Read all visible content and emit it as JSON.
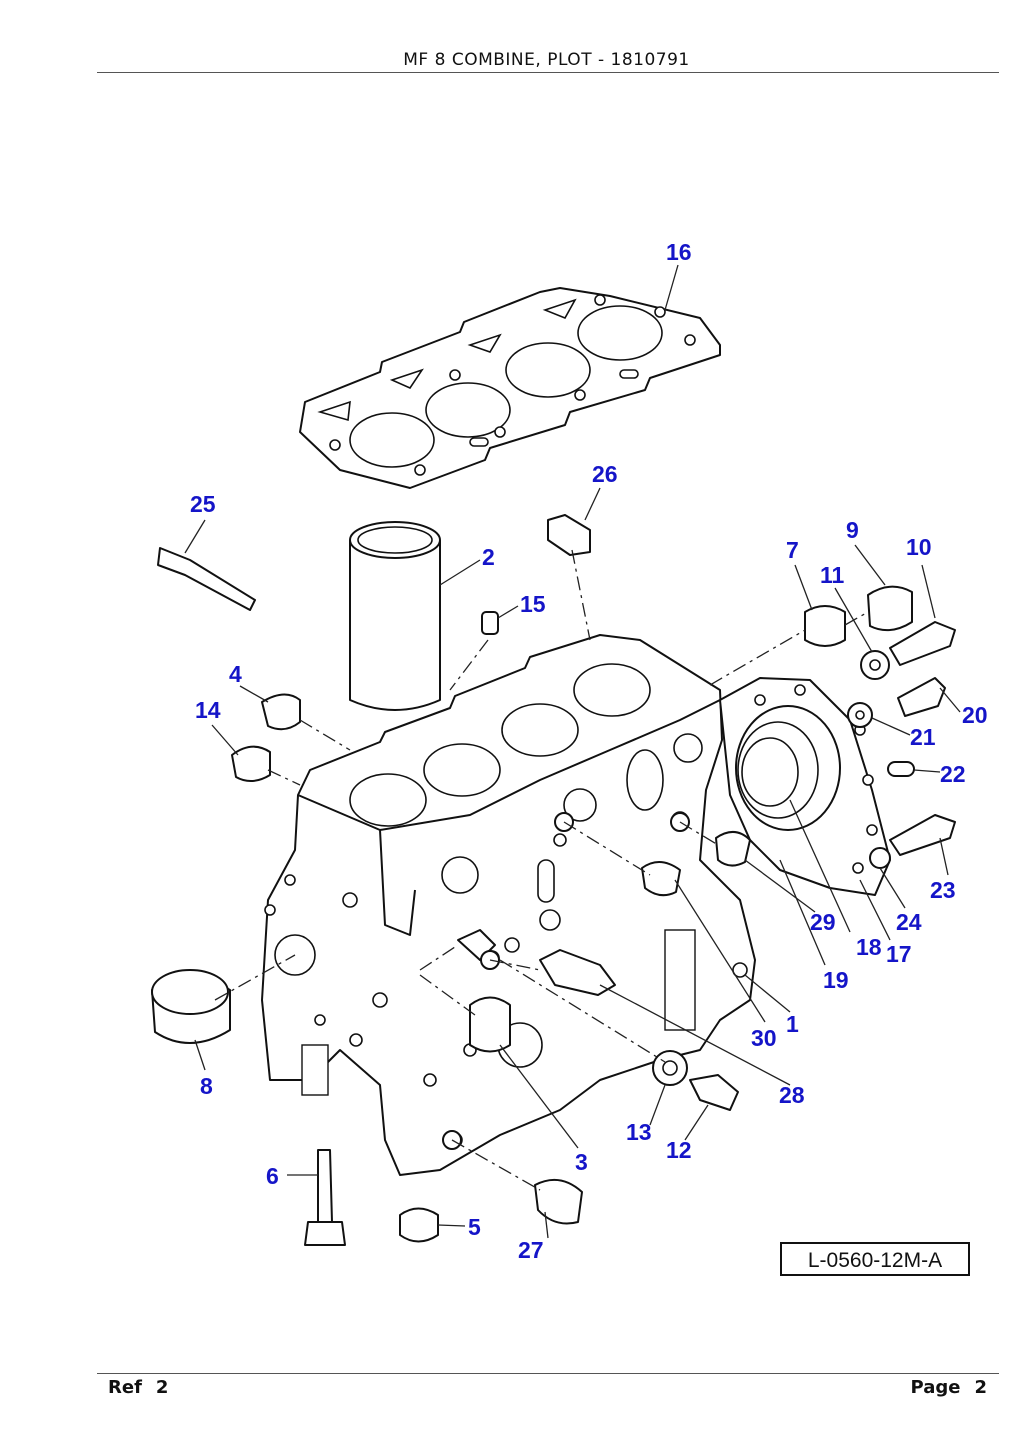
{
  "header": {
    "title": "MF 8 COMBINE, PLOT - 1810791"
  },
  "footer": {
    "ref_label": "Ref",
    "ref_value": "2",
    "page_label": "Page",
    "page_value": "2"
  },
  "diagram": {
    "drawing_code": "L-0560-12M-A",
    "callouts": [
      "16",
      "26",
      "25",
      "2",
      "15",
      "7",
      "9",
      "10",
      "11",
      "4",
      "14",
      "20",
      "21",
      "22",
      "23",
      "24",
      "17",
      "18",
      "19",
      "29",
      "30",
      "1",
      "28",
      "8",
      "13",
      "12",
      "3",
      "6",
      "5",
      "27"
    ]
  }
}
